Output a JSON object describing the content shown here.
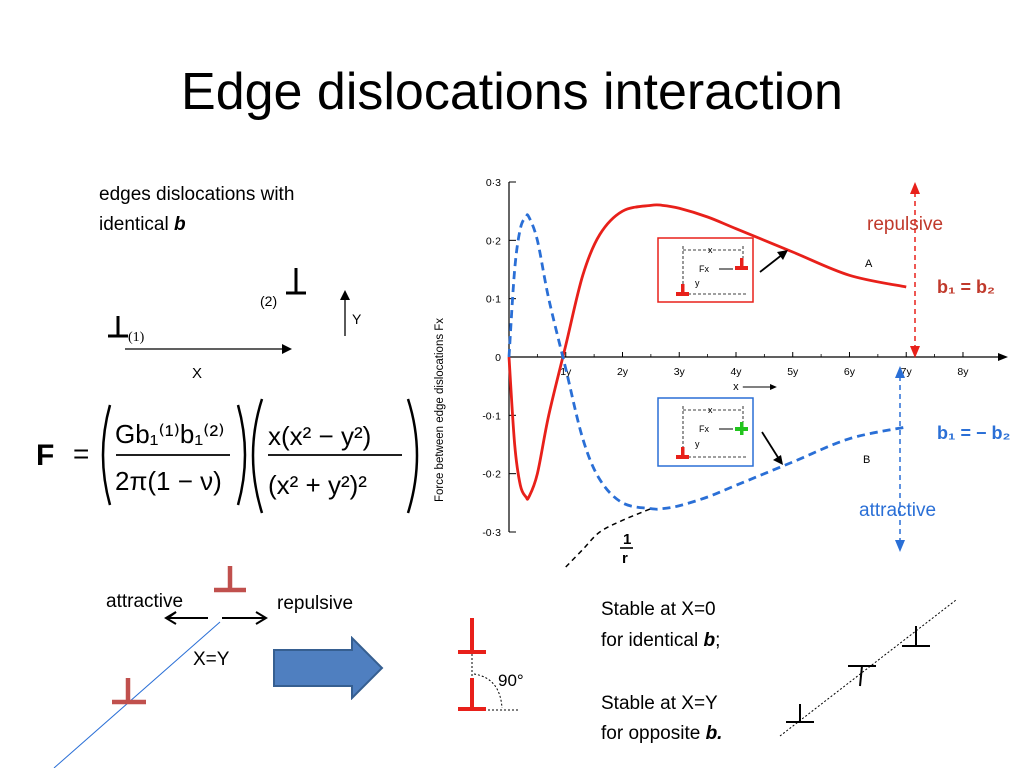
{
  "slide": {
    "title": "Edge dislocations interaction"
  },
  "left_text": {
    "line1": "edges dislocations with",
    "line2_prefix": "identical ",
    "line2_var": "b"
  },
  "config_diagram": {
    "label_1": "(1)",
    "label_2": "(2)",
    "axis_x": "X",
    "axis_y": "Y",
    "symbol": "⊥"
  },
  "formula": {
    "lhs": "F",
    "eq": "=",
    "num1": "Gb₁⁽¹⁾b₁⁽²⁾",
    "den1": "2π(1 − ν)",
    "num2": "x(x² − y²)",
    "den2": "(x² + y²)²"
  },
  "bottom_left": {
    "attractive": "attractive",
    "repulsive": "repulsive",
    "xy": "X=Y"
  },
  "angle_label": "90°",
  "stable_text": {
    "line1": "Stable at X=0",
    "line2_prefix": "for identical ",
    "line2_var": "b",
    "line2_suffix": ";",
    "line3": "Stable at X=Y",
    "line4_prefix": "for opposite ",
    "line4_var": "b."
  },
  "colors": {
    "red": "#e8201a",
    "blue": "#2a6fd6",
    "dark_red": "#c0392b",
    "arrow_fill": "#4f7fc0",
    "arrow_stroke": "#365f91",
    "brick": "#c0504d"
  },
  "chart_data": {
    "type": "line",
    "ylabel": "Force between edge dislocations Fx",
    "xlabel": "x",
    "xlim": [
      0,
      8.3
    ],
    "ylim": [
      -0.3,
      0.3
    ],
    "x_tick_labels": [
      "1y",
      "2y",
      "3y",
      "4y",
      "5y",
      "6y",
      "7y",
      "8y"
    ],
    "x_ticks": [
      1,
      2,
      3,
      4,
      5,
      6,
      7,
      8
    ],
    "y_tick_labels": [
      "0·3",
      "0·2",
      "0·1",
      "0",
      "-0·1",
      "-0·2",
      "-0·3"
    ],
    "y_ticks": [
      0.3,
      0.2,
      0.1,
      0,
      -0.1,
      -0.2,
      -0.3
    ],
    "series": [
      {
        "name": "A",
        "label": "b₁ = b₂",
        "color": "#e8201a",
        "style": "solid",
        "x": [
          0,
          0.1,
          0.2,
          0.3,
          0.35,
          0.5,
          0.7,
          1.0,
          1.3,
          1.6,
          2.0,
          2.5,
          2.7,
          3.0,
          3.5,
          4.0,
          5.0,
          6.0,
          7.0
        ],
        "y": [
          0,
          -0.15,
          -0.22,
          -0.24,
          -0.24,
          -0.2,
          -0.1,
          0.02,
          0.14,
          0.21,
          0.25,
          0.26,
          0.26,
          0.255,
          0.24,
          0.22,
          0.18,
          0.14,
          0.12
        ]
      },
      {
        "name": "B",
        "label": "b₁ = − b₂",
        "color": "#2a6fd6",
        "style": "dashed",
        "x": [
          0,
          0.1,
          0.2,
          0.3,
          0.35,
          0.5,
          0.7,
          1.0,
          1.3,
          1.6,
          2.0,
          2.5,
          2.7,
          3.0,
          3.5,
          4.0,
          5.0,
          6.0,
          7.0
        ],
        "y": [
          0,
          0.15,
          0.22,
          0.24,
          0.24,
          0.2,
          0.1,
          -0.02,
          -0.14,
          -0.21,
          -0.25,
          -0.26,
          -0.26,
          -0.255,
          -0.24,
          -0.22,
          -0.18,
          -0.14,
          -0.12
        ]
      },
      {
        "name": "1/r",
        "label": "1/r",
        "color": "#000000",
        "style": "dashed",
        "x": [
          1.0,
          1.3,
          1.6,
          2.0,
          2.5
        ],
        "y": [
          -0.36,
          -0.33,
          -0.3,
          -0.28,
          -0.26
        ]
      }
    ],
    "annotations": {
      "repulsive": "repulsive",
      "attractive": "attractive",
      "curve_a": "A",
      "curve_b": "B",
      "b_equal": "b₁ = b₂",
      "b_opposite": "b₁ = − b₂",
      "inv_r_num": "1",
      "inv_r_den": "r",
      "inset_x": "x",
      "inset_fx": "Fx",
      "inset_y": "y"
    }
  }
}
